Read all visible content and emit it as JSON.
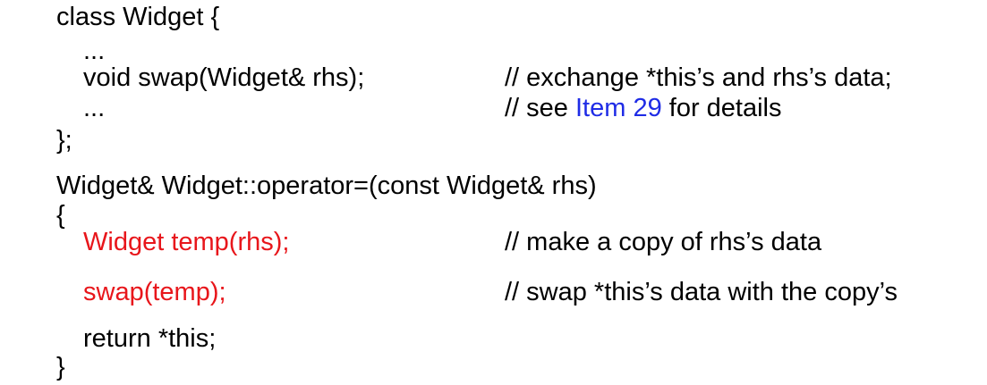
{
  "code": {
    "class_decl": "class Widget {",
    "ellipsis_1": "...",
    "swap_decl": "void swap(Widget& rhs);",
    "ellipsis_2": "...",
    "class_close": "};",
    "op_sig": "Widget& Widget::operator=(const Widget& rhs)",
    "open_brace": "{",
    "temp_line": "Widget temp(rhs);",
    "swap_call": "swap(temp);",
    "return_line": "return *this;",
    "close_brace": "}"
  },
  "comments": {
    "exchange": "// exchange *this’s and rhs’s data;",
    "see_prefix": "// see ",
    "item_link": "Item 29",
    "see_suffix": " for details",
    "copy": "// make a copy of rhs’s data",
    "swap": "// swap *this’s data with the copy’s"
  },
  "colors": {
    "text": "#000000",
    "highlight": "#e8161b",
    "link": "#1f2ce6"
  }
}
